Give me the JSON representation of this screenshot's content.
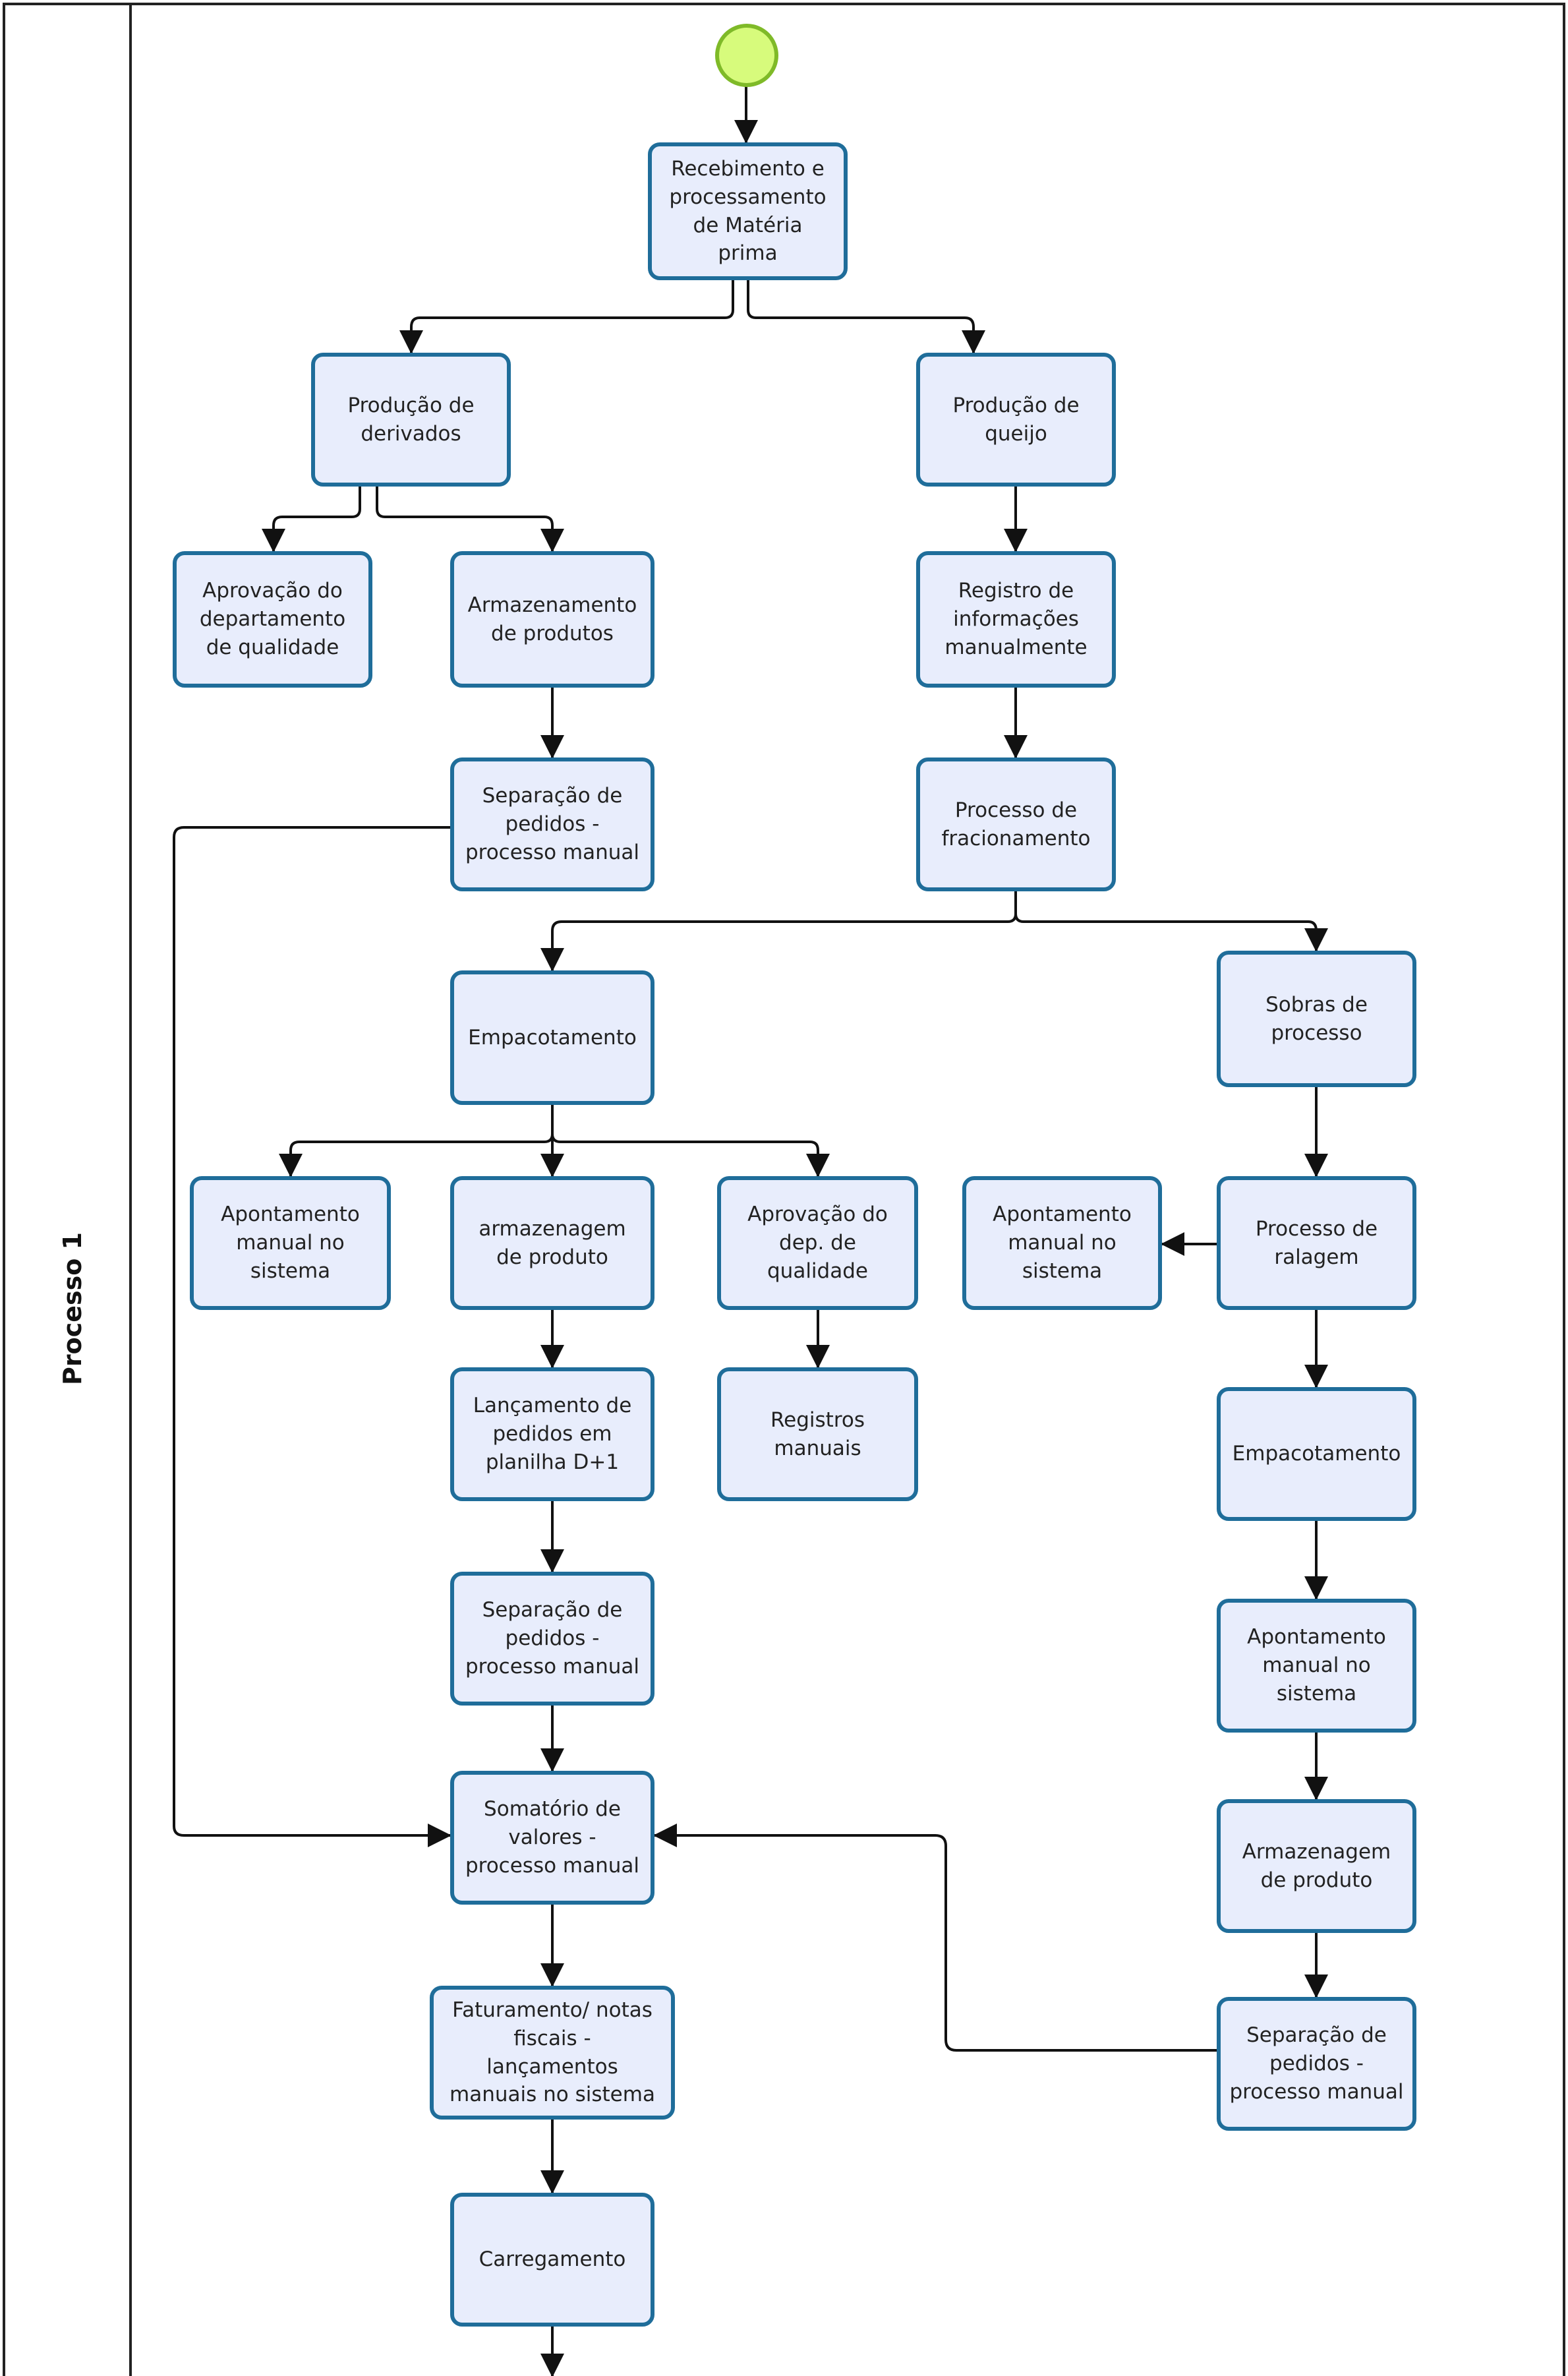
{
  "lane": {
    "label": "Processo 1"
  },
  "nodes": {
    "recebimento": "Recebimento e\nprocessamento\nde Matéria\nprima",
    "producao_derivados": "Produção de\nderivados",
    "producao_queijo": "Produção de\nqueijo",
    "aprovacao_departamento": "Aprovação do\ndepartamento\nde qualidade",
    "armazenamento_produtos": "Armazenamento\nde produtos",
    "registro_informacoes": "Registro de\ninformações\nmanualmente",
    "separacao_pedidos_1": "Separação de\npedidos -\nprocesso manual",
    "processo_fracionamento": "Processo de\nfracionamento",
    "empacotamento_1": "Empacotamento",
    "sobras_processo": "Sobras de\nprocesso",
    "apontamento_1": "Apontamento\nmanual no\nsistema",
    "armazenagem_1": "armazenagem\nde produto",
    "aprovacao_dep": "Aprovação do\ndep. de\nqualidade",
    "apontamento_2": "Apontamento\nmanual no\nsistema",
    "processo_ralagem": "Processo de\nralagem",
    "lancamento_pedidos": "Lançamento de\npedidos em\nplanilha D+1",
    "registros_manuais": "Registros\nmanuais",
    "empacotamento_2": "Empacotamento",
    "separacao_pedidos_2": "Separação de\npedidos -\nprocesso manual",
    "apontamento_3": "Apontamento\nmanual no\nsistema",
    "somatorio": "Somatório de\nvalores -\nprocesso manual",
    "armazenagem_2": "Armazenagem\nde produto",
    "faturamento": "Faturamento/ notas\nfiscais -\nlançamentos\nmanuais no sistema",
    "separacao_pedidos_3": "Separação de\npedidos -\nprocesso manual",
    "carregamento": "Carregamento"
  },
  "colors": {
    "task_fill": "#e8edfc",
    "task_border": "#1f6d9a",
    "start_fill": "#d7fb7c",
    "start_border": "#7fba28",
    "line": "#111111"
  }
}
